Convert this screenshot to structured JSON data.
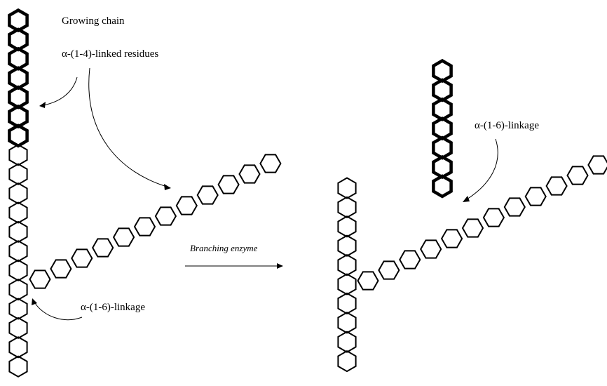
{
  "labels": {
    "growing_chain": "Growing chain",
    "alpha14": "α-(1-4)-linked residues",
    "alpha16_left": "α-(1-6)-linkage",
    "branching_enzyme": "Branching enzyme",
    "alpha16_right": "α-(1-6)-linkage"
  },
  "chains": {
    "left_vertical_bold_count": 7,
    "left_vertical_thin_count": 12,
    "left_branch_count": 12,
    "right_vertical_count": 10,
    "right_side_bold_count": 7,
    "right_branch_count": 12
  }
}
